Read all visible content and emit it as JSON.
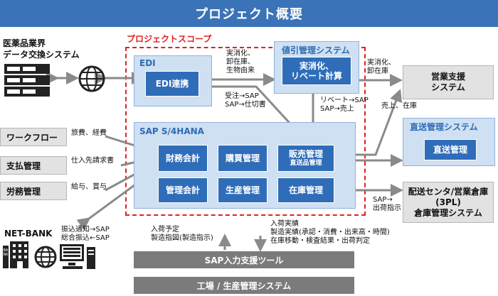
{
  "title": "プロジェクト概要",
  "scope_label": "プロジェクトスコープ",
  "industry": {
    "line1": "医薬品業界",
    "line2": "データ交換システム"
  },
  "edi": {
    "title": "EDI",
    "box": "EDI連携"
  },
  "rebate": {
    "title": "値引管理システム",
    "box_line1": "実消化、",
    "box_line2": "リベート計算"
  },
  "sales_support": {
    "line1": "営業支援",
    "line2": "システム"
  },
  "direct": {
    "title": "直送管理システム",
    "box": "直送管理"
  },
  "logistics": {
    "line1": "配送センタ/営業倉庫",
    "line2": "(3PL)",
    "line3": "倉庫管理システム"
  },
  "sap": {
    "title": "SAP S/4HANA",
    "modules": {
      "fin": "財務会計",
      "purchase": "購買管理",
      "sales": "販売管理",
      "sales_sub": "直送品管理",
      "mgmt": "管理会計",
      "production": "生産管理",
      "inventory": "在庫管理"
    }
  },
  "left_systems": {
    "workflow": "ワークフロー",
    "payment": "支払管理",
    "labor": "労務管理",
    "netbank": "NET-BANK",
    "bank_sign": "BANK"
  },
  "labels": {
    "wf_flow": "旅費、経費",
    "pay_flow": "仕入先請求書",
    "labor_flow": "給与、賞与",
    "nb_flow1": "振込通知→SAP",
    "nb_flow2": "総合振込←SAP",
    "edi_in1": "実消化、",
    "edi_in2": "卸在庫、",
    "edi_in3": "生物由来",
    "edi_sap1": "受注→SAP",
    "edi_sap2": "SAP→仕切書",
    "rebate_out1": "実消化、",
    "rebate_out2": "卸在庫",
    "rebate_sap1": "リベート→SAP",
    "rebate_sap2": "SAP→売上",
    "sales_stock": "売上、在庫",
    "ship1": "SAP→",
    "ship2": "出荷指示",
    "factory_in1": "入荷予定",
    "factory_in2": "製造指図(製造指示)",
    "factory_out1": "入荷実績",
    "factory_out2": "製造実績(承認・消費・出来高・時間)",
    "factory_out3": "在庫移動・検査結果・出荷判定"
  },
  "tool_bar": "SAP入力支援ツール",
  "factory_bar": "工場 / 生産管理システム",
  "colors": {
    "banner": "#3b73b9",
    "module": "#2f6db8",
    "panel": "#cfe0f2",
    "scope": "#e02020",
    "arrow": "#8a8a8a"
  }
}
